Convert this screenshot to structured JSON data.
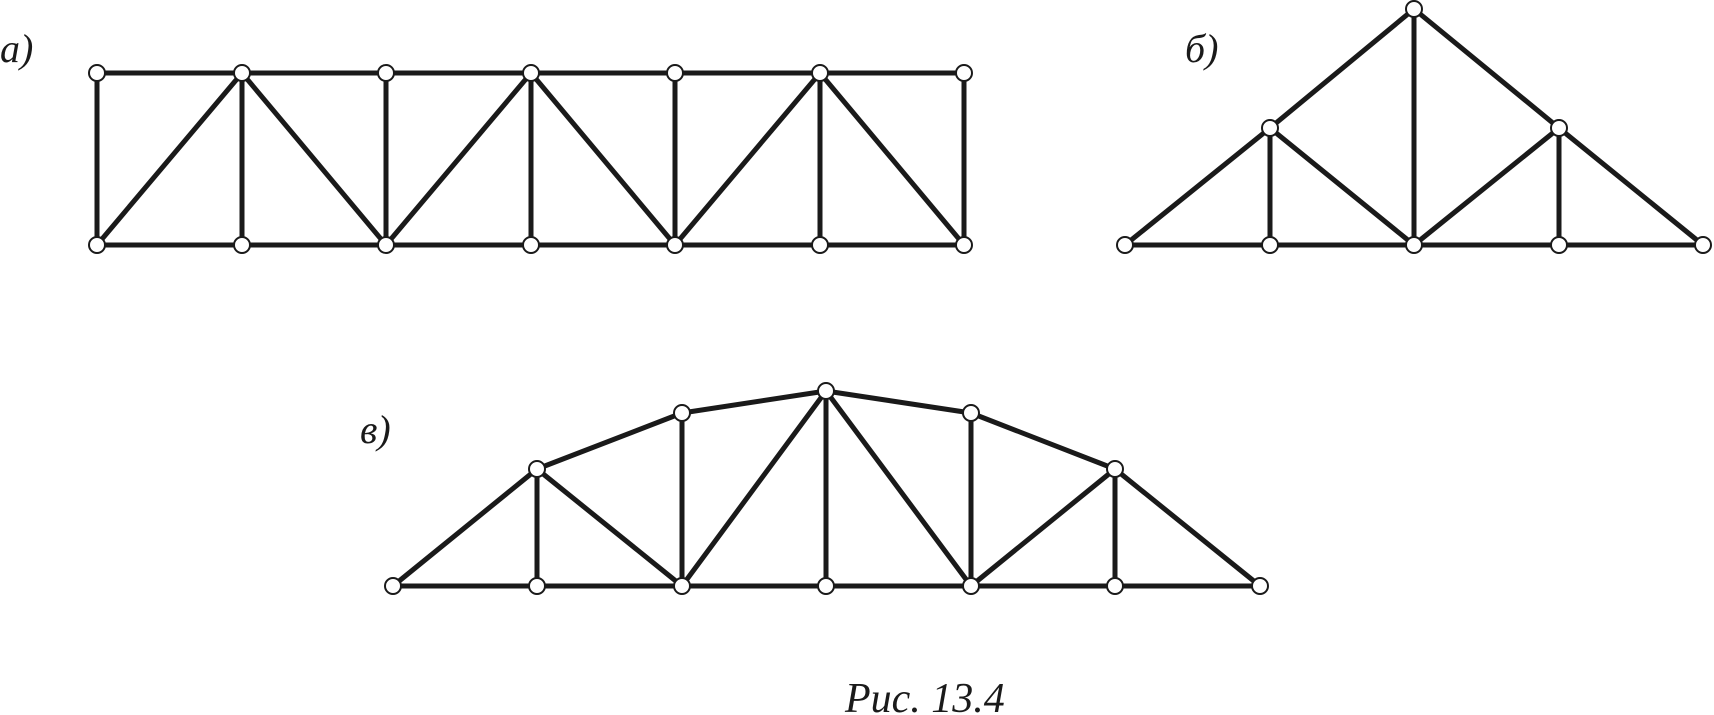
{
  "figure": {
    "caption": "Рис. 13.4",
    "stroke_color": "#1a1a1a",
    "node_fill": "#ffffff",
    "panels": [
      {
        "id": "a",
        "label": "а)"
      },
      {
        "id": "b",
        "label": "б)"
      },
      {
        "id": "v",
        "label": "в)"
      }
    ]
  }
}
